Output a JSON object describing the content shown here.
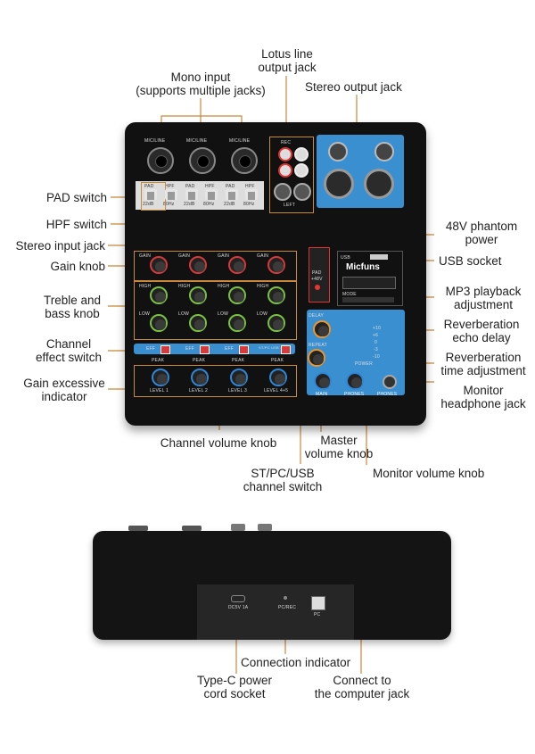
{
  "labels": {
    "lotus": [
      "Lotus line",
      "output jack"
    ],
    "mono": [
      "Mono input",
      "(supports multiple jacks)"
    ],
    "stereo_out": "Stereo output jack",
    "pad": "PAD switch",
    "hpf": "HPF switch",
    "stereo_in": "Stereo input jack",
    "gain": "Gain knob",
    "treble": [
      "Treble and",
      "bass knob"
    ],
    "channel_fx": [
      "Channel",
      "effect switch"
    ],
    "gain_exc": [
      "Gain excessive",
      "indicator"
    ],
    "phantom": [
      "48V phantom",
      "power"
    ],
    "usb": "USB socket",
    "mp3": [
      "MP3 playback",
      "adjustment"
    ],
    "rev_echo": [
      "Reverberation",
      "echo delay"
    ],
    "rev_time": [
      "Reverberation",
      "time adjustment"
    ],
    "monitor_jack": [
      "Monitor",
      "headphone jack"
    ],
    "ch_volume": "Channel volume knob",
    "master": [
      "Master",
      "volume knob"
    ],
    "st_switch": [
      "ST/PC/USB",
      "channel switch"
    ],
    "monitor_vol": "Monitor volume knob",
    "conn_ind": "Connection indicator",
    "typec": [
      "Type-C power",
      "cord socket"
    ],
    "pc_jack": [
      "Connect to",
      "the computer jack"
    ]
  },
  "device": {
    "brand": "Micfuns",
    "mic_line": "MIC/LINE",
    "pad": "PAD",
    "hpf": "HPF",
    "pad_db": "22dB",
    "hpf_hz": "80Hz",
    "gain": "GAIN",
    "high": "HIGH",
    "low": "LOW",
    "eff": "EFF",
    "peak": "PEAK",
    "levels": [
      "LEVEL 1",
      "LEVEL 2",
      "LEVEL 3",
      "LEVEL 4+5"
    ],
    "st_pc_usb": "ST/PC USB",
    "pad_48": [
      "PAD",
      "+48V"
    ],
    "rec": "REC",
    "left": "LEFT",
    "usb_tag": "USB",
    "delay": "DELAY",
    "repeat": "REPEAT",
    "power": "POWER",
    "main": "MAIN",
    "phones_knob": "PHONES",
    "phones_jack": "PHONES",
    "mode": "MODE",
    "meter": [
      "+10",
      "+6",
      "0",
      "-3",
      "-10"
    ],
    "dc": "DC5V 1A",
    "pcrec": "PC/REC",
    "pc": "PC"
  }
}
